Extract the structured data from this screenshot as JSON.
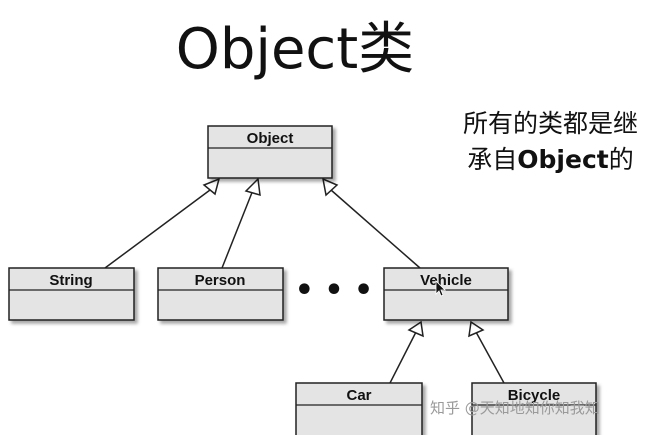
{
  "title": "Object类",
  "caption": {
    "line1": "所有的类都是继",
    "line2_prefix": "承自",
    "line2_bold": "Object",
    "line2_suffix": "的"
  },
  "classes": {
    "object": "Object",
    "string": "String",
    "person": "Person",
    "vehicle": "Vehicle",
    "car": "Car",
    "bicycle": "Bicycle"
  },
  "ellipsis": "• • •",
  "watermark": "知乎 @天知地知你知我知"
}
